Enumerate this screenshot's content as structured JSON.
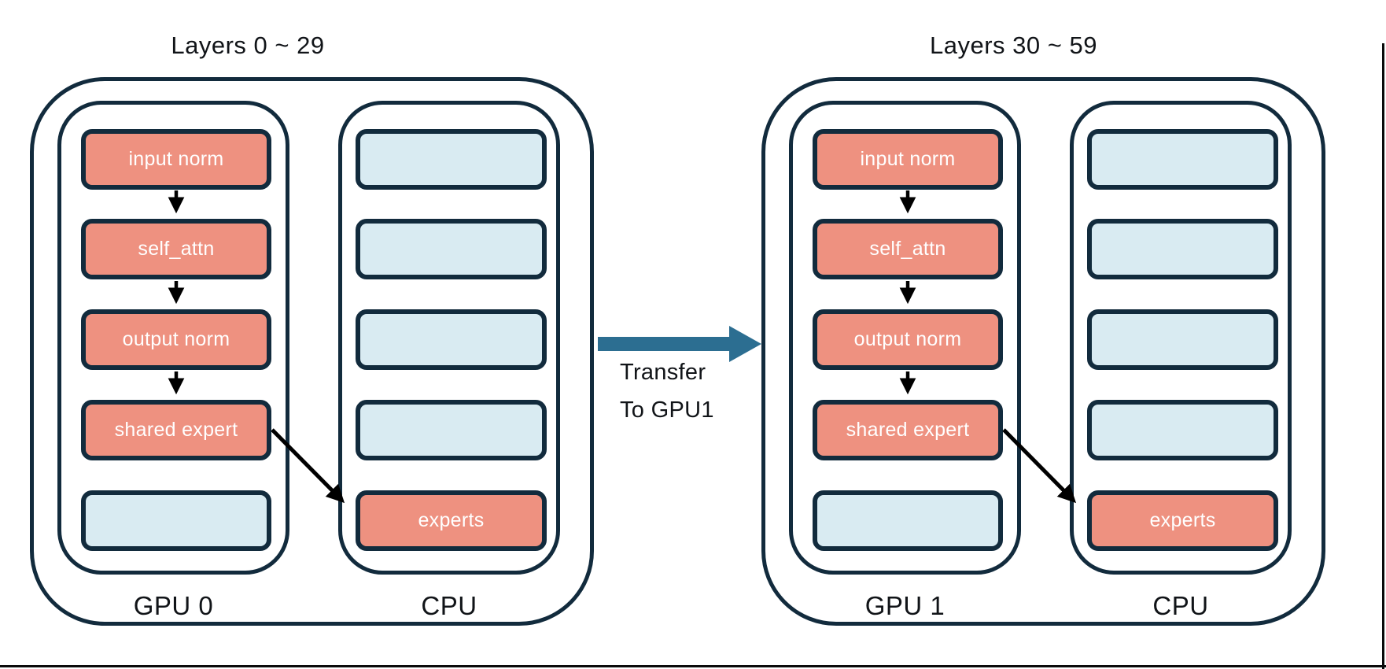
{
  "groups": [
    {
      "title": "Layers 0 ~ 29",
      "device_label": "GPU 0",
      "host_label": "CPU",
      "gpu_boxes": [
        "input norm",
        "self_attn",
        "output norm",
        "shared expert",
        ""
      ],
      "cpu_boxes": [
        "",
        "",
        "",
        "",
        "experts"
      ]
    },
    {
      "title": "Layers 30 ~ 59",
      "device_label": "GPU 1",
      "host_label": "CPU",
      "gpu_boxes": [
        "input norm",
        "self_attn",
        "output norm",
        "shared expert",
        ""
      ],
      "cpu_boxes": [
        "",
        "",
        "",
        "",
        "experts"
      ]
    }
  ],
  "transfer": {
    "line1": "Transfer",
    "line2": "To GPU1"
  },
  "colors": {
    "active_block": "#EE9180",
    "empty_block": "#D9EBF2",
    "outline": "#122B3D",
    "transfer_arrow": "#2C6E91",
    "flow_arrow": "#000000"
  }
}
